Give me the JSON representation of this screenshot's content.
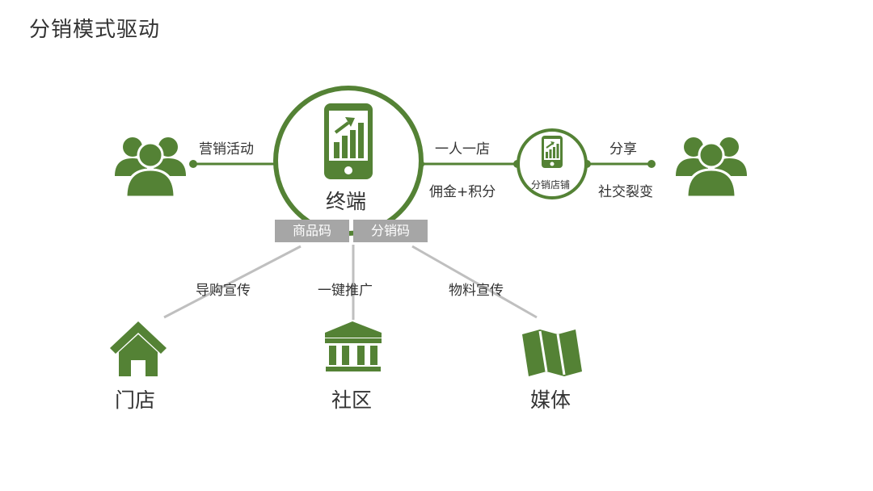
{
  "title": "分销模式驱动",
  "colors": {
    "primary_green": "#548235",
    "line_gray": "#bfbfbf",
    "tag_gray": "#a6a6a6",
    "text": "#333333"
  },
  "nodes": {
    "terminal": {
      "label": "终端",
      "icon": "phone-chart-icon"
    },
    "distribution_shop": {
      "label": "分销店铺",
      "icon": "phone-chart-icon"
    },
    "left_users": {
      "icon": "users-group-icon"
    },
    "right_users": {
      "icon": "users-group-icon"
    }
  },
  "edges": {
    "marketing": "营销活动",
    "one_person_one_shop": "一人一店",
    "commission_points": "佣金+积分",
    "share": "分享",
    "social_fission": "社交裂变",
    "shopping_guide": "导购宣传",
    "one_click_promo": "一键推广",
    "material_promo": "物料宣传"
  },
  "tags": {
    "product_code": "商品码",
    "distribution_code": "分销码"
  },
  "channels": [
    {
      "label": "门店",
      "icon": "house-icon"
    },
    {
      "label": "社区",
      "icon": "building-columns-icon"
    },
    {
      "label": "媒体",
      "icon": "map-icon"
    }
  ]
}
